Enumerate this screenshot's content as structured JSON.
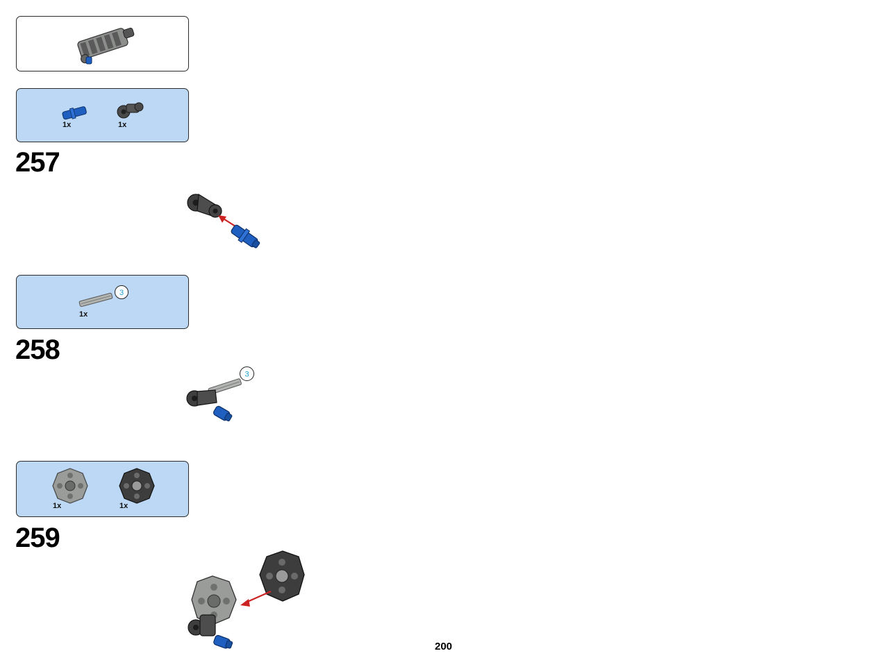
{
  "page": {
    "number": "200"
  },
  "steps": [
    {
      "number": "257",
      "parts": [
        {
          "qty": "1x",
          "icon": "blue-axle-pin-icon",
          "color": "#1f5fbf"
        },
        {
          "qty": "1x",
          "icon": "dark-gray-connector-icon",
          "color": "#4a4a4a"
        }
      ]
    },
    {
      "number": "258",
      "parts": [
        {
          "qty": "1x",
          "icon": "gray-axle-icon",
          "color": "#a8aaa8",
          "callout": "3"
        }
      ],
      "model_callout": "3"
    },
    {
      "number": "259",
      "parts": [
        {
          "qty": "1x",
          "icon": "light-gray-hub-icon",
          "color": "#9a9c9a"
        },
        {
          "qty": "1x",
          "icon": "dark-gray-hub-icon",
          "color": "#3d3d3d"
        }
      ]
    }
  ],
  "colors": {
    "parts_box": "#bcd8f4",
    "arrow": "#cc2222",
    "callout_text": "#1aa0d6"
  }
}
